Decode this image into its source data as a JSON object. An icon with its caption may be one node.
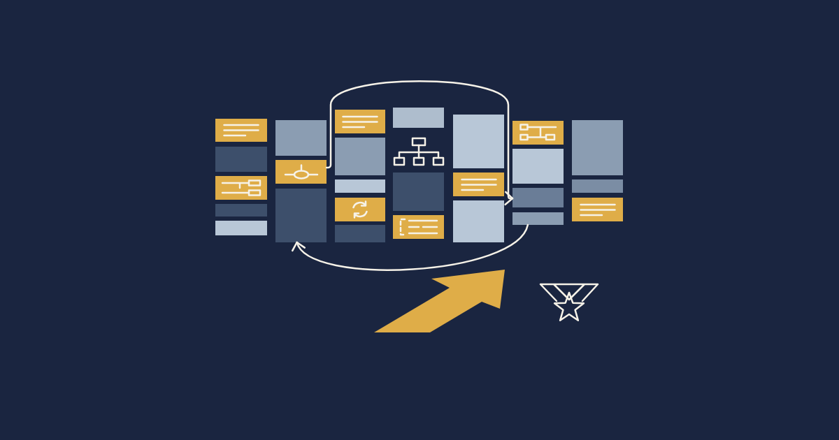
{
  "diagram": {
    "nodes": [
      {
        "text": [],
        "shape": "box"
      },
      {
        "text": [],
        "shape": "box"
      },
      {
        "text": [],
        "shape": "box"
      },
      {
        "text": [],
        "shape": "box"
      },
      {
        "text": [],
        "shape": "box"
      },
      {
        "text": [],
        "shape": "box"
      },
      {
        "text": [],
        "shape": "box"
      },
      {
        "text": [],
        "shape": "box"
      },
      {
        "text": [],
        "shape": "box"
      },
      {
        "text": [],
        "shape": "box"
      },
      {
        "text": [],
        "shape": "box"
      },
      {
        "text": [],
        "shape": "box"
      },
      {
        "text": [],
        "shape": "box"
      },
      {
        "text": [],
        "shape": "box"
      },
      {
        "text": [],
        "shape": "box"
      },
      {
        "text": [],
        "shape": "box"
      },
      {
        "text": [],
        "shape": "box"
      },
      {
        "text": [],
        "shape": "box"
      },
      {
        "text": [],
        "shape": "box"
      },
      {
        "text": [],
        "shape": "box"
      },
      {
        "text": [],
        "shape": "box"
      },
      {
        "text": [],
        "shape": "box"
      },
      {
        "text": [],
        "shape": "box"
      },
      {
        "text": [],
        "shape": "box"
      },
      {
        "text": [],
        "shape": "box"
      },
      {
        "text": [],
        "shape": "box"
      }
    ],
    "edges": [
      {
        "from": 6,
        "to": 21,
        "arrow": "to"
      },
      {
        "from": 22,
        "to": 7,
        "arrow": "to"
      }
    ]
  }
}
